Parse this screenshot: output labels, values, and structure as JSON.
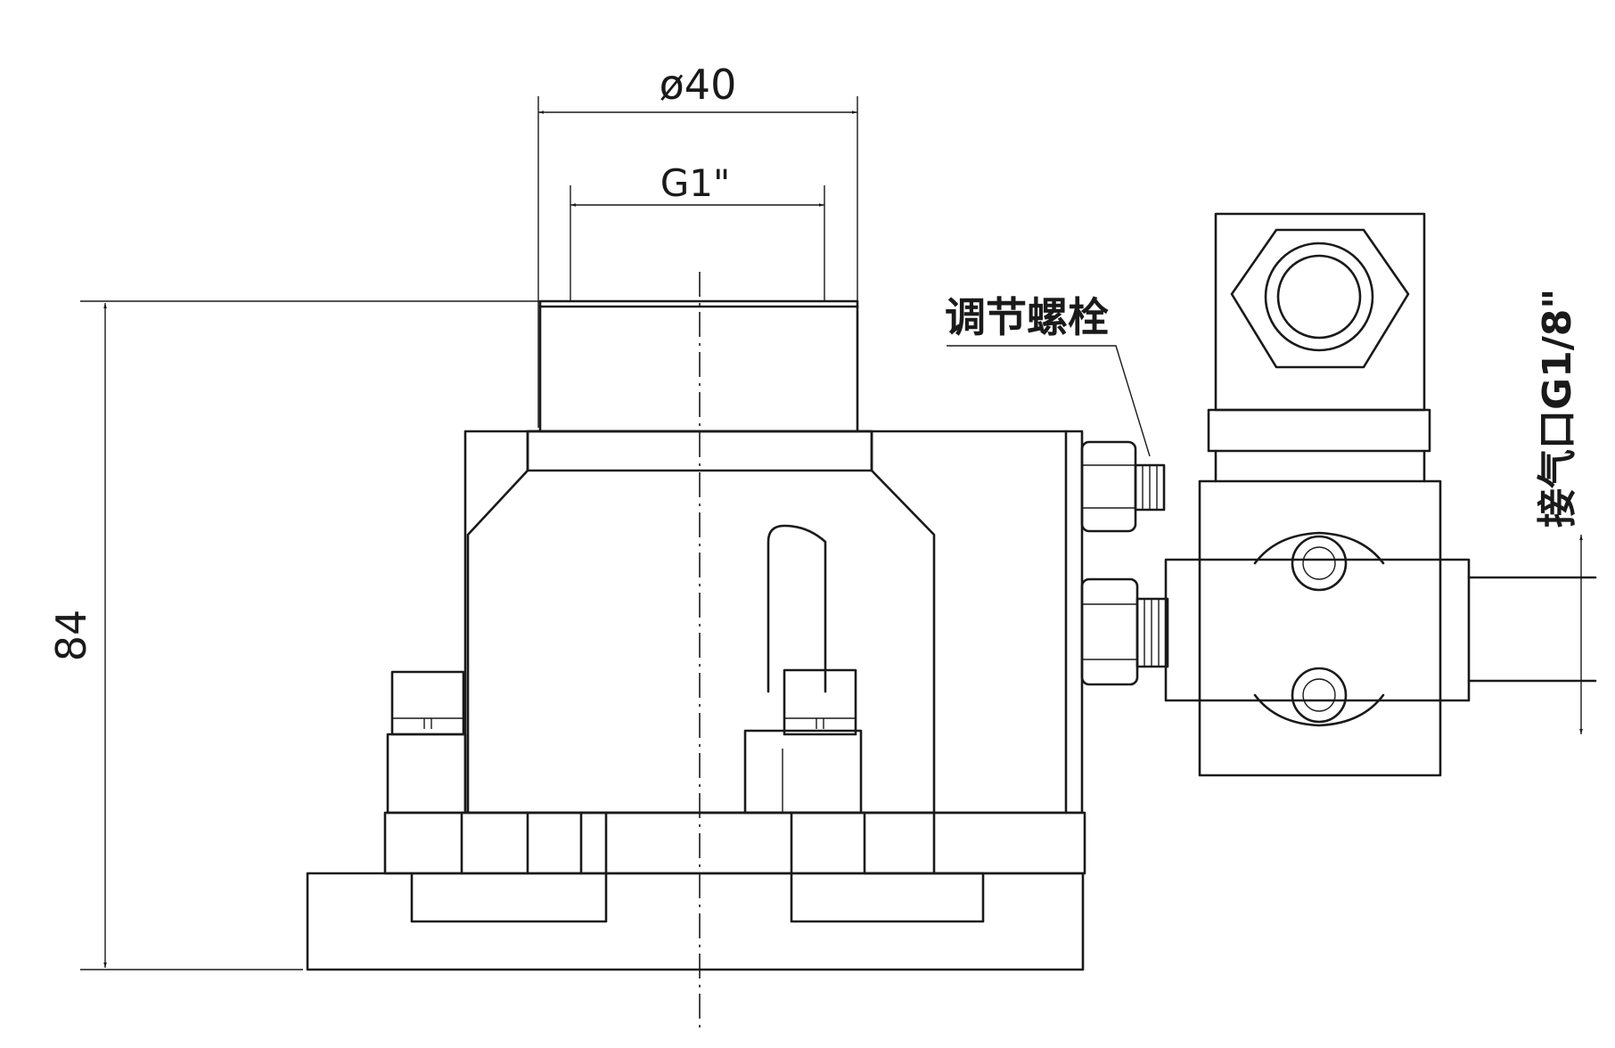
{
  "labels": {
    "diameter": "ø40",
    "thread": "G1\"",
    "height": "84",
    "adjust_bolt": "调节螺栓",
    "air_port": "接气口G1/8\""
  },
  "colors": {
    "ink": "#1a1a1a",
    "background": "#ffffff"
  }
}
